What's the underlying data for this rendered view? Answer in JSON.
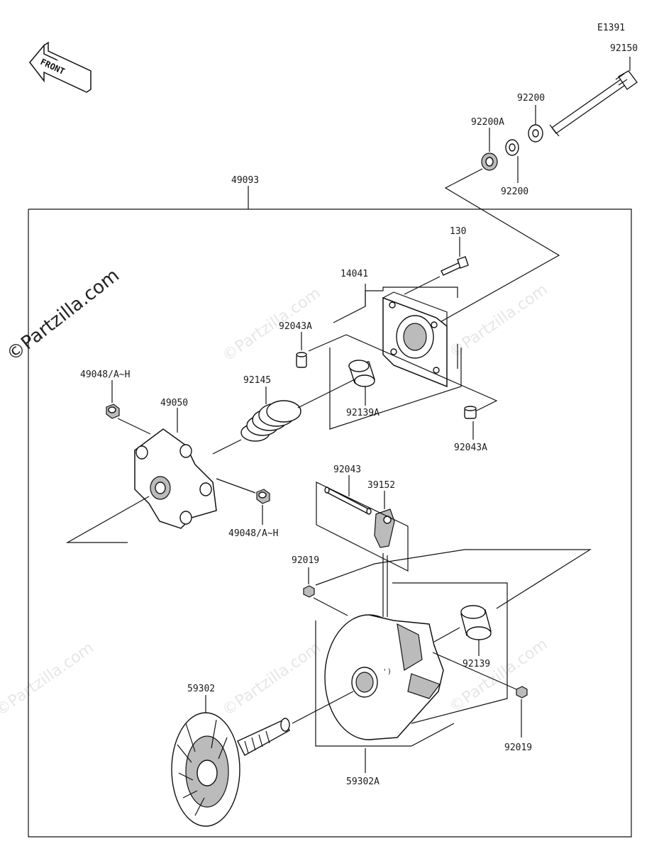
{
  "diagram": {
    "code": "E1391",
    "front_label": "FRONT",
    "watermark_side": "©Partzilla.com",
    "watermark_bg": "©Partzilla.com",
    "part_labels": {
      "p92150": "92150",
      "p92200_top": "92200",
      "p92200a": "92200A",
      "p92200_bottom": "92200",
      "p49093": "49093",
      "p130": "130",
      "p14041": "14041",
      "p92043a_top": "92043A",
      "p92043a_bottom": "92043A",
      "p92145": "92145",
      "p92139a": "92139A",
      "p49048_top": "49048/A~H",
      "p49050": "49050",
      "p49048_bottom": "49048/A~H",
      "p92043": "92043",
      "p39152": "39152",
      "p92019_top": "92019",
      "p92139": "92139",
      "p59302": "59302",
      "p92019_bottom": "92019",
      "p59302a": "59302A"
    }
  }
}
